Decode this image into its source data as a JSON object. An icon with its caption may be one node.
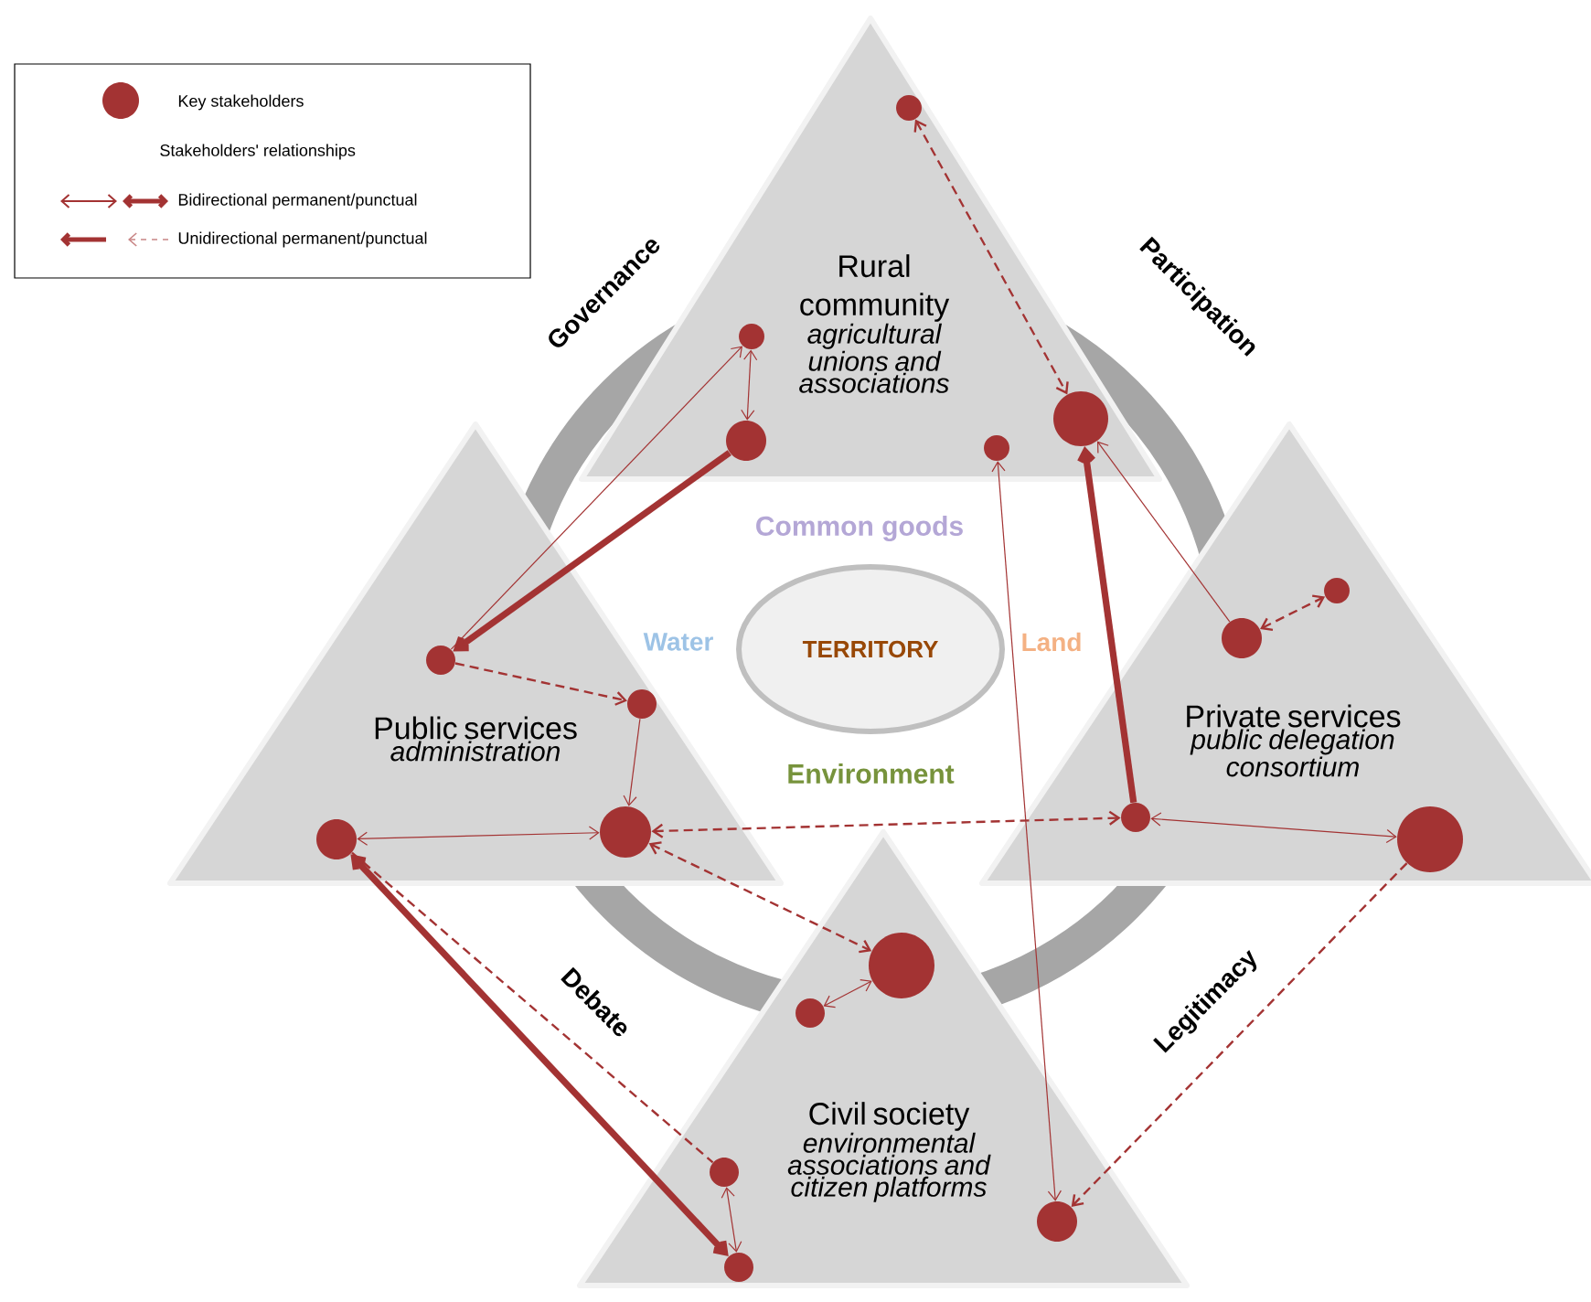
{
  "diagram": {
    "nodes": [
      {
        "text": [
          "Rural community",
          "agricultural unions and associations"
        ]
      },
      {
        "text": [],
        "shape": "circle",
        "in": 0
      },
      {
        "text": [],
        "shape": "circle",
        "in": 0
      },
      {
        "text": [],
        "shape": "circle",
        "in": 0
      },
      {
        "text": [],
        "shape": "circle",
        "in": 0
      },
      {
        "text": [],
        "shape": "circle",
        "in": 0
      },
      {
        "text": [
          "Public services",
          "administration"
        ]
      },
      {
        "text": [],
        "shape": "circle",
        "in": 6
      },
      {
        "text": [],
        "shape": "circle",
        "in": 6
      },
      {
        "text": [],
        "shape": "circle",
        "in": 6
      },
      {
        "text": [],
        "shape": "circle",
        "in": 6
      },
      {
        "text": [
          "TERRITORY"
        ]
      },
      {
        "text": [
          "Private services",
          "public delegation consortium"
        ]
      },
      {
        "text": [],
        "shape": "circle",
        "in": 12
      },
      {
        "text": [],
        "shape": "circle",
        "in": 12
      },
      {
        "text": [],
        "shape": "circle",
        "in": 12
      },
      {
        "text": [],
        "shape": "circle",
        "in": 12
      },
      {
        "text": [
          "Civil society",
          "environmental associations and citizen platforms"
        ]
      },
      {
        "text": [],
        "shape": "circle",
        "in": 17
      },
      {
        "text": [],
        "shape": "circle",
        "in": 17
      },
      {
        "text": [],
        "shape": "circle",
        "in": 17
      },
      {
        "text": [],
        "shape": "circle",
        "in": 17
      },
      {
        "text": [],
        "shape": "circle",
        "in": 17
      }
    ],
    "edges": [
      {
        "from": 1,
        "to": 5,
        "arrow": "both",
        "style": "dashed"
      },
      {
        "from": 2,
        "to": 3,
        "arrow": "both"
      },
      {
        "from": 3,
        "to": 7,
        "arrow": "to",
        "style": "thick"
      },
      {
        "from": 7,
        "to": 2,
        "arrow": "to"
      },
      {
        "from": 7,
        "to": 8,
        "arrow": "to",
        "style": "dashed"
      },
      {
        "from": 8,
        "to": 9,
        "arrow": "to"
      },
      {
        "from": 10,
        "to": 9,
        "arrow": "both"
      },
      {
        "from": 9,
        "to": 15,
        "arrow": "both",
        "style": "dashed"
      },
      {
        "from": 9,
        "to": 18,
        "arrow": "both",
        "style": "dashed"
      },
      {
        "from": 10,
        "to": 21,
        "arrow": "both",
        "style": "thick"
      },
      {
        "from": 10,
        "to": 20,
        "arrow": "none",
        "style": "dashed"
      },
      {
        "from": 20,
        "to": 21,
        "arrow": "both"
      },
      {
        "from": 19,
        "to": 18,
        "arrow": "both"
      },
      {
        "from": 4,
        "to": 22,
        "arrow": "both"
      },
      {
        "from": 15,
        "to": 5,
        "arrow": "to",
        "style": "thick"
      },
      {
        "from": 14,
        "to": 5,
        "arrow": "to"
      },
      {
        "from": 14,
        "to": 13,
        "arrow": "both",
        "style": "dashed"
      },
      {
        "from": 15,
        "to": 16,
        "arrow": "both"
      },
      {
        "from": 16,
        "to": 22,
        "arrow": "to",
        "style": "dashed"
      }
    ],
    "labels": [
      "Governance",
      "Participation",
      "Common goods",
      "Water",
      "Land",
      "Environment",
      "Debate",
      "Legitimacy"
    ],
    "legend": [
      {
        "text": "Key stakeholders"
      },
      {
        "text": "Stakeholders' relationships"
      },
      {
        "text": "Bidirectional permanent/punctual"
      },
      {
        "text": "Unidirectional permanent/punctual"
      }
    ]
  }
}
